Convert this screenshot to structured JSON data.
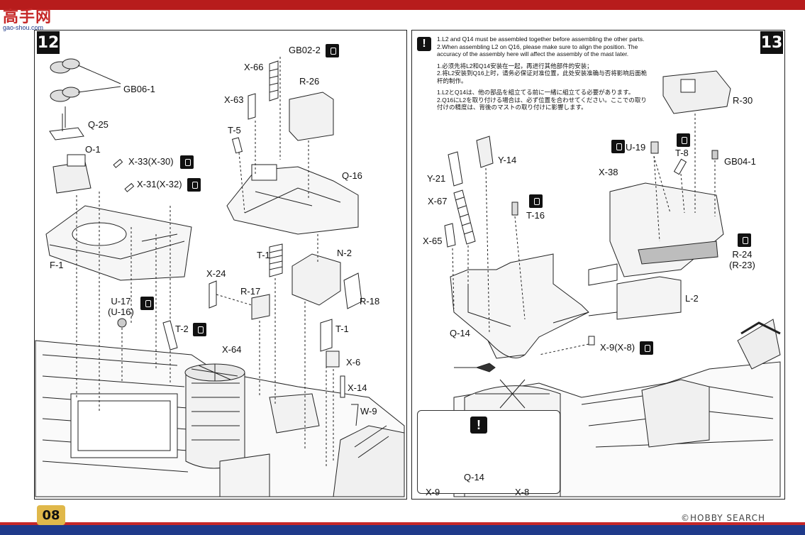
{
  "watermark": {
    "logo": "高手网",
    "url": "gao-shou.com"
  },
  "steps": {
    "left": "12",
    "right": "13"
  },
  "page_number": "08",
  "brand": "©HOBBY SEARCH",
  "notes": {
    "en": [
      "1.L2 and Q14 must be assembled together before assembling the other parts.",
      "2.When assembling L2 on Q16, please make sure to align the position. The accuracy of the assembly here will affect the assembly of the mast later."
    ],
    "zh": [
      "1.必须先将L2和Q14安装在一起，再进行其他部件的安装；",
      "2.将L2安装到Q16上时，请务必保证对准位置，此处安装准确与否将影响后面桅杆的制作。"
    ],
    "ja": [
      "1.L2とQ14は、他の部品を組立てる前に一緒に組立てる必要があります。",
      "2.Q16にL2を取り付ける場合は、必ず位置を合わせてください。ここでの取り付けの精度は、背後のマストの取り付けに影響します。"
    ]
  },
  "labels_left": {
    "gb06_1": "GB06-1",
    "q25": "Q-25",
    "o1": "O-1",
    "x33": "X-33(X-30)",
    "x31": "X-31(X-32)",
    "f1": "F-1",
    "u17": "U-17",
    "u16": "(U-16)",
    "t2": "T-2",
    "x66": "X-66",
    "gb02_2": "GB02-2",
    "x63": "X-63",
    "r26": "R-26",
    "t5": "T-5",
    "q16": "Q-16",
    "t1a": "T-1",
    "n2": "N-2",
    "x24": "X-24",
    "r17": "R-17",
    "r18": "R-18",
    "t1b": "T-1",
    "x64": "X-64",
    "x6": "X-6",
    "x14": "X-14",
    "w9": "W-9"
  },
  "labels_right": {
    "r30": "R-30",
    "y21": "Y-21",
    "y14": "Y-14",
    "u19": "U-19",
    "t8": "T-8",
    "gb04_1": "GB04-1",
    "x38": "X-38",
    "x67": "X-67",
    "t16": "T-16",
    "x65": "X-65",
    "r24": "R-24",
    "r23": "(R-23)",
    "l2": "L-2",
    "q14": "Q-14",
    "x9x8": "X-9(X-8)",
    "inset_q14": "Q-14",
    "inset_x9": "X-9",
    "inset_x8": "X-8"
  },
  "colors": {
    "top_bar": "#b71c1c",
    "bottom_bar": "#1f3a8a",
    "page_tab": "#e0b84a",
    "highlight_part": "#bdbdbd",
    "mark_red": "#e53935"
  },
  "icons": {
    "warning": "exclamation-icon",
    "paint": "paint-chip-icon"
  }
}
